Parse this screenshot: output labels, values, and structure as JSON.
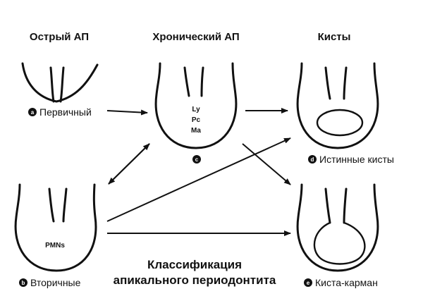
{
  "headings": {
    "acute": "Острый АП",
    "chronic": "Хронический АП",
    "cysts": "Кисты"
  },
  "labels": {
    "primary": {
      "letter": "a",
      "text": "Первичный"
    },
    "chronic": {
      "letter": "c",
      "text": ""
    },
    "secondary": {
      "letter": "b",
      "text": "Вторичные"
    },
    "true_cyst": {
      "letter": "d",
      "text": "Истинные кисты"
    },
    "pocket_cyst": {
      "letter": "e",
      "text": "Киста-карман"
    }
  },
  "cells": {
    "chronic": [
      "Ly",
      "Pc",
      "Ma"
    ],
    "secondary": "PMNs"
  },
  "title": {
    "line1": "Классификация",
    "line2": "апикального периодонтита"
  }
}
